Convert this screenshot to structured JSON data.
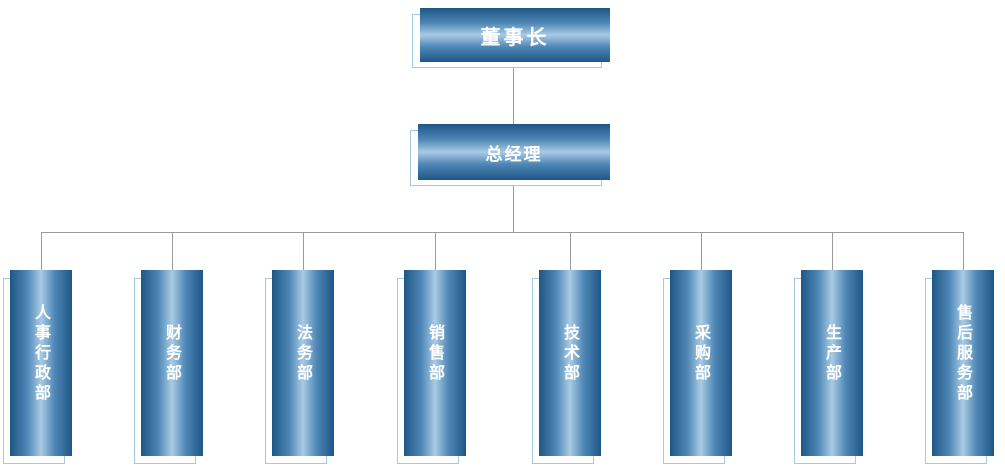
{
  "org": {
    "root": {
      "label": "董事长"
    },
    "manager": {
      "label": "总经理"
    },
    "departments": [
      {
        "label": "人事行政部"
      },
      {
        "label": "财务部"
      },
      {
        "label": "法务部"
      },
      {
        "label": "销售部"
      },
      {
        "label": "技术部"
      },
      {
        "label": "采购部"
      },
      {
        "label": "生产部"
      },
      {
        "label": "售后服务部"
      }
    ],
    "colors": {
      "node_gradient_edge": "#1e5686",
      "node_gradient_mid": "#a9cbe4",
      "outline_border": "#a5c9de",
      "connector": "#9b9b9b",
      "label_text": "#ffffff"
    }
  }
}
